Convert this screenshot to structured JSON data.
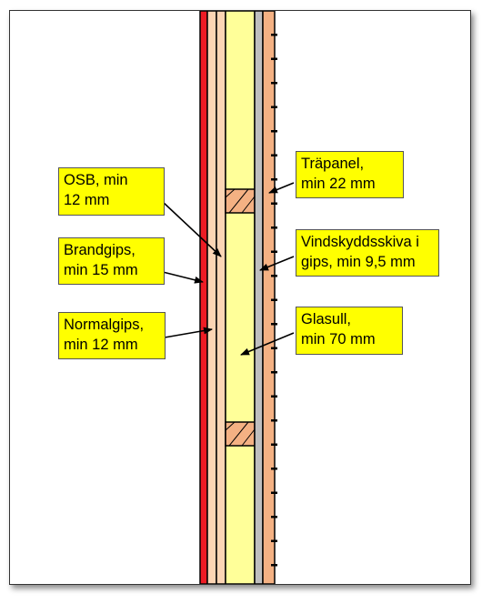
{
  "colors": {
    "red_layer": "#ed1c24",
    "gypsum": "#fcd5b4",
    "insulation": "#ffff99",
    "gray_board": "#bfbfbf",
    "wood": "#f4b183",
    "label_bg": "#ffff00",
    "outline": "#000000"
  },
  "labels": {
    "osb": {
      "line1": "OSB, min",
      "line2": "12 mm"
    },
    "brandgips": {
      "line1": "Brandgips,",
      "line2": "min 15 mm"
    },
    "normalgips": {
      "line1": "Normalgips,",
      "line2": "min 12 mm"
    },
    "trapanel": {
      "line1": "Träpanel,",
      "line2": "min 22 mm"
    },
    "vindskydd": {
      "line1": "Vindskyddsskiva i",
      "line2": "gips, min 9,5 mm"
    },
    "glasull": {
      "line1": "Glasull,",
      "line2": "min 70 mm"
    }
  }
}
